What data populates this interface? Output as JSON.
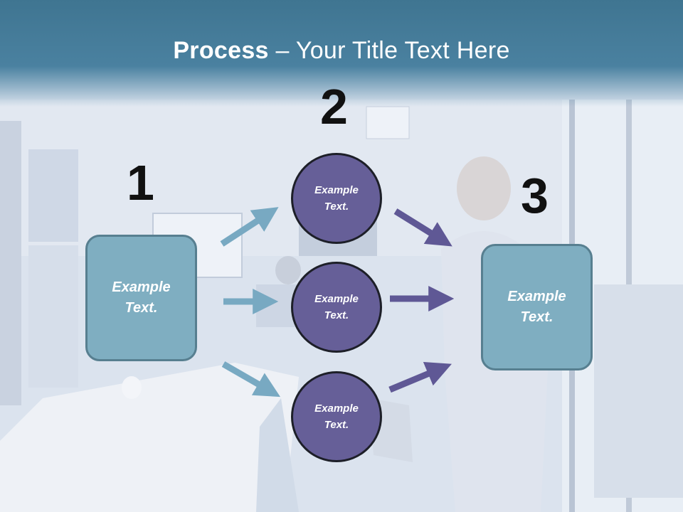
{
  "slide": {
    "title_bold": "Process",
    "title_rest": " – Your Title Text Here"
  },
  "steps": {
    "step1": "1",
    "step2": "2",
    "step3": "3"
  },
  "left_box": {
    "line1": "Example",
    "line2": "Text."
  },
  "circles": [
    {
      "line1": "Example",
      "line2": "Text."
    },
    {
      "line1": "Example",
      "line2": "Text."
    },
    {
      "line1": "Example",
      "line2": "Text."
    }
  ],
  "right_box": {
    "line1": "Example",
    "line2": "Text."
  },
  "colors": {
    "header": "#4a81a0",
    "box_fill": "#7faec1",
    "circle_fill": "#665f98",
    "arrow_left": "#78a9c2",
    "arrow_right": "#5f5895"
  }
}
